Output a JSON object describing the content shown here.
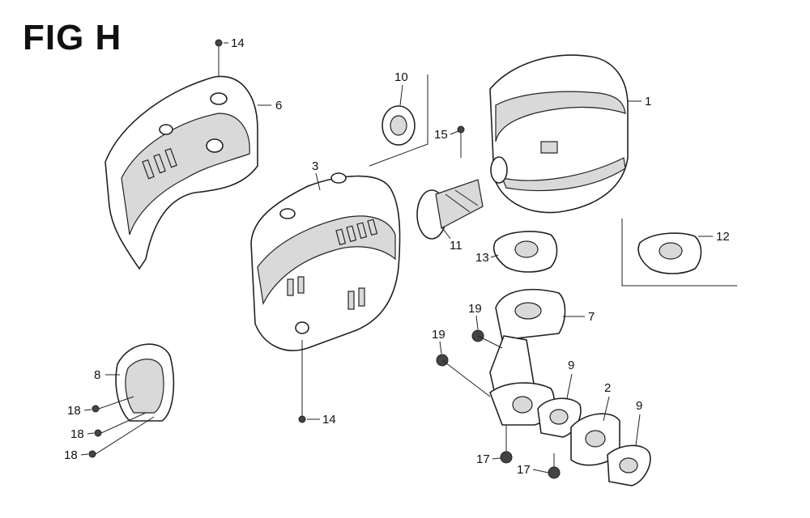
{
  "title": "FIG H",
  "callouts": {
    "c1": "1",
    "c2": "2",
    "c3": "3",
    "c6": "6",
    "c7": "7",
    "c8": "8",
    "c9a": "9",
    "c9b": "9",
    "c10": "10",
    "c11": "11",
    "c12": "12",
    "c13": "13",
    "c14a": "14",
    "c14b": "14",
    "c15": "15",
    "c17a": "17",
    "c17b": "17",
    "c18a": "18",
    "c18b": "18",
    "c18c": "18",
    "c19a": "19",
    "c19b": "19"
  },
  "colors": {
    "line": "#222222",
    "shade": "#d9d9d9",
    "background": "#ffffff"
  }
}
